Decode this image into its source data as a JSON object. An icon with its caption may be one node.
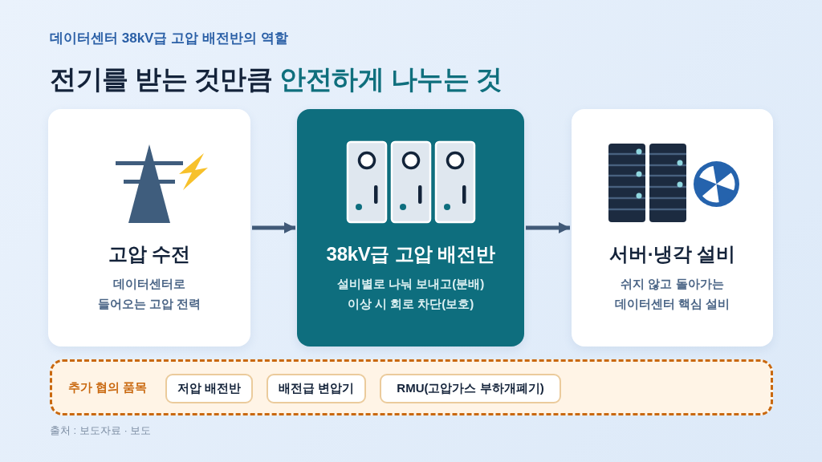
{
  "diagram": {
    "title": "전기를 받는 것만큼 안전하게 나누는 것",
    "nodes": [
      {
        "text": [
          "고압 수전",
          "데이터센터로 들어오는 고압 전력"
        ]
      },
      {
        "text": [
          "38kV급 고압 배전반",
          "설비별로 나눠 보내고(분배) 이상 시 회로 차단(보호)"
        ]
      },
      {
        "text": [
          "서버·냉각 설비",
          "쉬지 않고 돌아가는 데이터센터 핵심 설비"
        ]
      },
      {
        "text": [
          "추가 협의 품목"
        ]
      },
      {
        "text": [
          "저압 배전반"
        ],
        "in": 3
      },
      {
        "text": [
          "배전급 변압기"
        ],
        "in": 3
      },
      {
        "text": [
          "RMU(고압가스 부하개폐기)"
        ],
        "in": 3
      }
    ],
    "edges": [
      {
        "from": 0,
        "to": 1,
        "arrow": "to"
      },
      {
        "from": 1,
        "to": 2,
        "arrow": "to"
      }
    ],
    "labels": [
      "데이터센터 38kV급 고압 배전반의 역할",
      "출처 : 보도자료 · 보도"
    ]
  }
}
